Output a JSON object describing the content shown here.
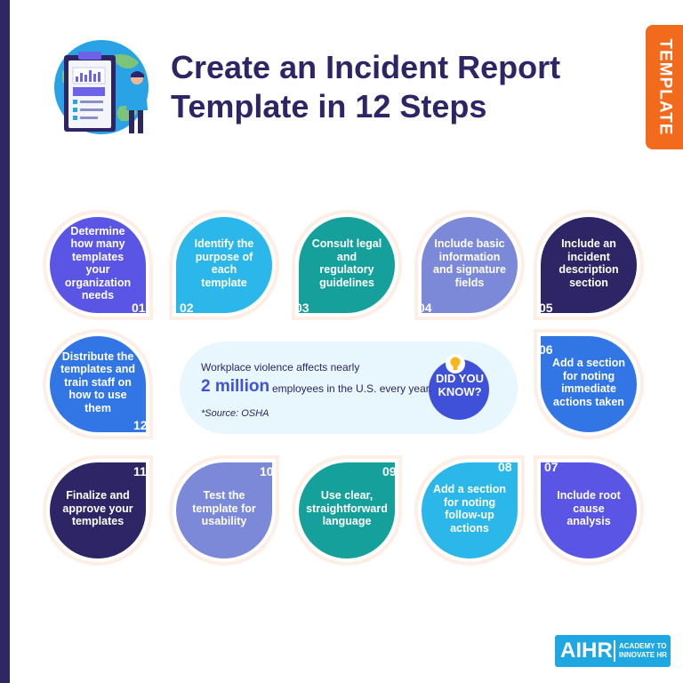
{
  "header": {
    "title_line1": "Create an Incident Report",
    "title_line2": "Template in 12 Steps",
    "tab_label": "TEMPLATE"
  },
  "steps": [
    {
      "number": "01",
      "text": "Determine how many templates your organization needs",
      "color": "#5b55e6"
    },
    {
      "number": "02",
      "text": "Identify the purpose of each template",
      "color": "#2bb7ea"
    },
    {
      "number": "03",
      "text": "Consult legal and regulatory guidelines",
      "color": "#16a09c"
    },
    {
      "number": "04",
      "text": "Include basic information and signature fields",
      "color": "#7c89d9"
    },
    {
      "number": "05",
      "text": "Include an incident description section",
      "color": "#2d2566"
    },
    {
      "number": "06",
      "text": "Add a section for noting immediate actions taken",
      "color": "#3176e4"
    },
    {
      "number": "07",
      "text": "Include root cause analysis",
      "color": "#5b55e6"
    },
    {
      "number": "08",
      "text": "Add a section for noting follow-up actions",
      "color": "#2bb7ea"
    },
    {
      "number": "09",
      "text": "Use clear, straightforward language",
      "color": "#16a09c"
    },
    {
      "number": "10",
      "text": "Test the template for usability",
      "color": "#7c89d9"
    },
    {
      "number": "11",
      "text": "Finalize and approve your templates",
      "color": "#2d2566"
    },
    {
      "number": "12",
      "text": "Distribute the templates and train staff on how to use them",
      "color": "#3176e4"
    }
  ],
  "fact": {
    "line1": "Workplace violence affects nearly",
    "highlight": "2 million",
    "rest": "employees in the U.S. every year.",
    "source": "*Source: OSHA",
    "badge_line1": "DID YOU",
    "badge_line2": "KNOW?",
    "badge_color": "#3f51d8"
  },
  "brand": {
    "logo": "AIHR",
    "tagline_line1": "ACADEMY TO",
    "tagline_line2": "INNOVATE HR",
    "color": "#1ea7e1"
  },
  "colors": {
    "navy": "#2d2566",
    "orange": "#f26a1b",
    "panel": "#e8f6fd"
  },
  "icons": [
    "clipboard-illustration-icon",
    "person-illustration-icon",
    "lightbulb-icon"
  ]
}
